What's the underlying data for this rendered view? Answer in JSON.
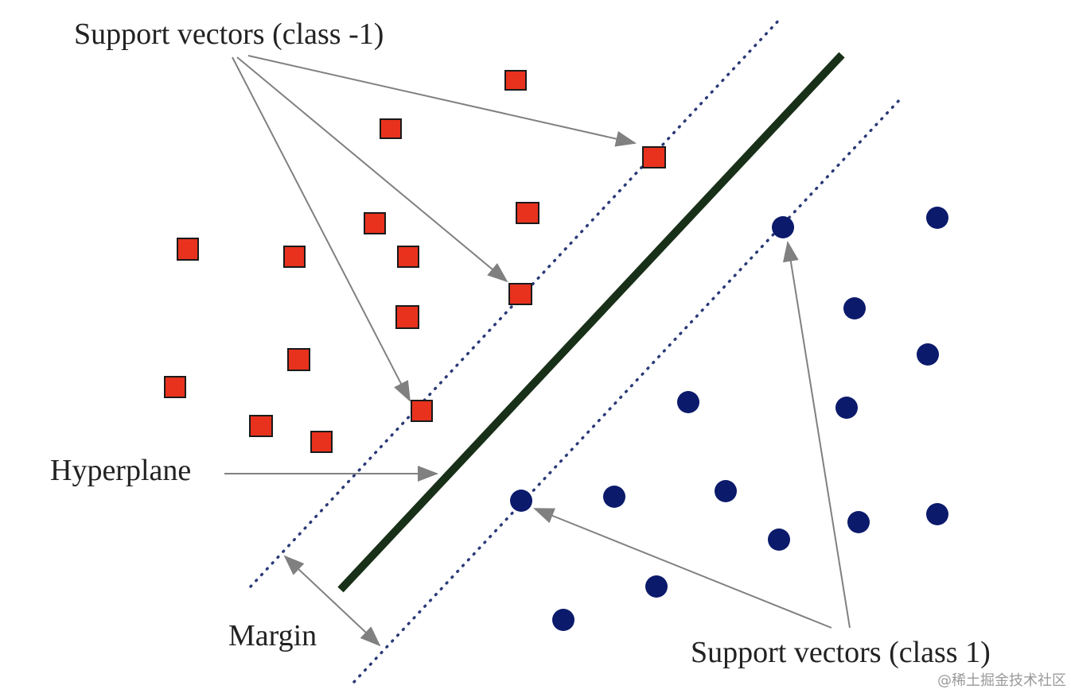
{
  "labels": {
    "support_neg": "Support vectors (class -1)",
    "support_pos": "Support vectors (class 1)",
    "hyperplane": "Hyperplane",
    "margin": "Margin"
  },
  "watermark": "@稀土掘金技术社区",
  "colors": {
    "class_neg_fill": "#e8321e",
    "class_neg_stroke": "#1a1a1a",
    "class_pos_fill": "#0b1a6b",
    "hyperplane": "#183018",
    "margin_lines": "#2a3a78",
    "arrows": "#808080",
    "text": "#222222"
  },
  "legend_markers": {
    "class_neg": "red-square",
    "class_pos": "navy-circle"
  }
}
